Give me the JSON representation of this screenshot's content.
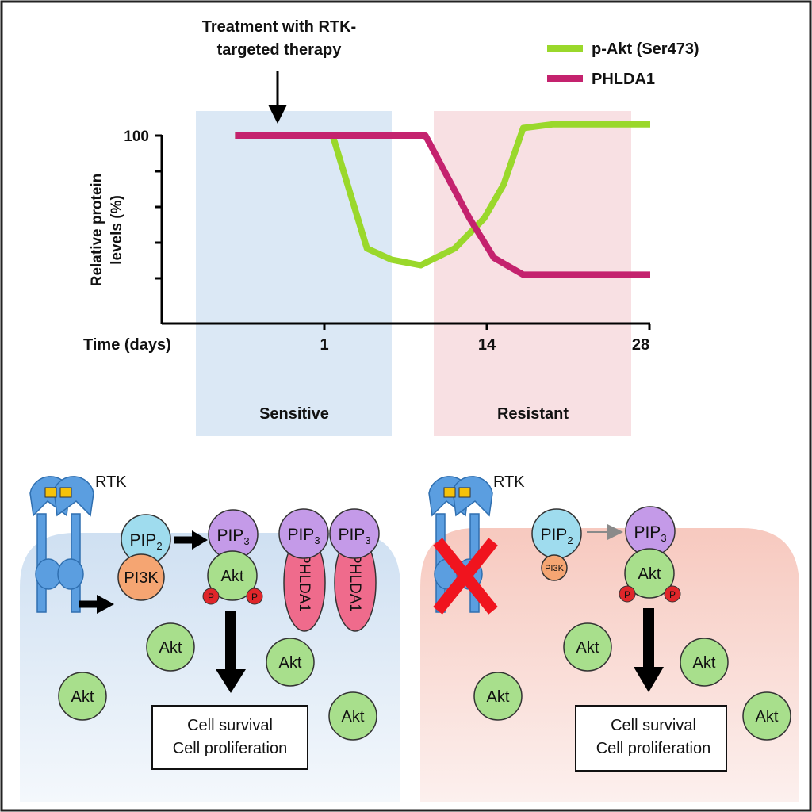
{
  "chart": {
    "annotation_line1": "Treatment with RTK-",
    "annotation_line2": "targeted therapy",
    "ylabel_line1": "Relative protein",
    "ylabel_line2": "levels (%)",
    "y_tick": "100",
    "xlabel": "Time (days)",
    "x_ticks": [
      "1",
      "14",
      "28"
    ],
    "region_sensitive": "Sensitive",
    "region_resistant": "Resistant"
  },
  "chart_data": {
    "type": "line",
    "x_ticks": [
      "1",
      "14",
      "28"
    ],
    "y_tick": 100,
    "series": [
      {
        "name": "p-Akt (Ser473)",
        "color": "#9ad82b",
        "points": [
          [
            0.15,
            100
          ],
          [
            0.35,
            100
          ],
          [
            0.42,
            40
          ],
          [
            0.47,
            34
          ],
          [
            0.53,
            31
          ],
          [
            0.6,
            40
          ],
          [
            0.66,
            56
          ],
          [
            0.7,
            74
          ],
          [
            0.74,
            104
          ],
          [
            0.8,
            106
          ],
          [
            1.0,
            106
          ]
        ]
      },
      {
        "name": "PHLDA1",
        "color": "#c4226e",
        "points": [
          [
            0.15,
            100
          ],
          [
            0.46,
            100
          ],
          [
            0.54,
            100
          ],
          [
            0.63,
            56
          ],
          [
            0.68,
            35
          ],
          [
            0.74,
            26
          ],
          [
            1.0,
            26
          ]
        ]
      }
    ],
    "regions": [
      {
        "label": "Sensitive",
        "color": "#dbe8f5"
      },
      {
        "label": "Resistant",
        "color": "#f8e0e3"
      }
    ]
  },
  "legend": {
    "series1": "p-Akt (Ser473)",
    "series2": "PHLDA1",
    "series1_color": "#9ad82b",
    "series2_color": "#c4226e"
  },
  "left_panel": {
    "rtk_label": "RTK",
    "pip2": "PIP",
    "pip2_sub": "2",
    "pi3k": "PI3K",
    "pip3": "PIP",
    "pip3_sub": "3",
    "akt": "Akt",
    "phospho": "P",
    "phlda1": "PHLDA1",
    "free_akt": "Akt",
    "outcome_line1": "Cell survival",
    "outcome_line2": "Cell proliferation"
  },
  "right_panel": {
    "rtk_label": "RTK",
    "pip2": "PIP",
    "pip2_sub": "2",
    "pi3k": "PI3K",
    "pip3": "PIP",
    "pip3_sub": "3",
    "akt": "Akt",
    "phospho": "P",
    "free_akt": "Akt",
    "outcome_line1": "Cell survival",
    "outcome_line2": "Cell proliferation"
  },
  "colors": {
    "rtk_blue": "#5b9ee0",
    "kinase_yellow": "#f5c20a",
    "pip2_cyan": "#9fdcee",
    "pi3k_orange": "#f5a572",
    "pip3_purple": "#c49ae8",
    "akt_green": "#a8df8c",
    "phospho_red": "#e0262a",
    "phlda1_pink": "#ef6b8c",
    "inhibit_red": "#f0141e"
  }
}
